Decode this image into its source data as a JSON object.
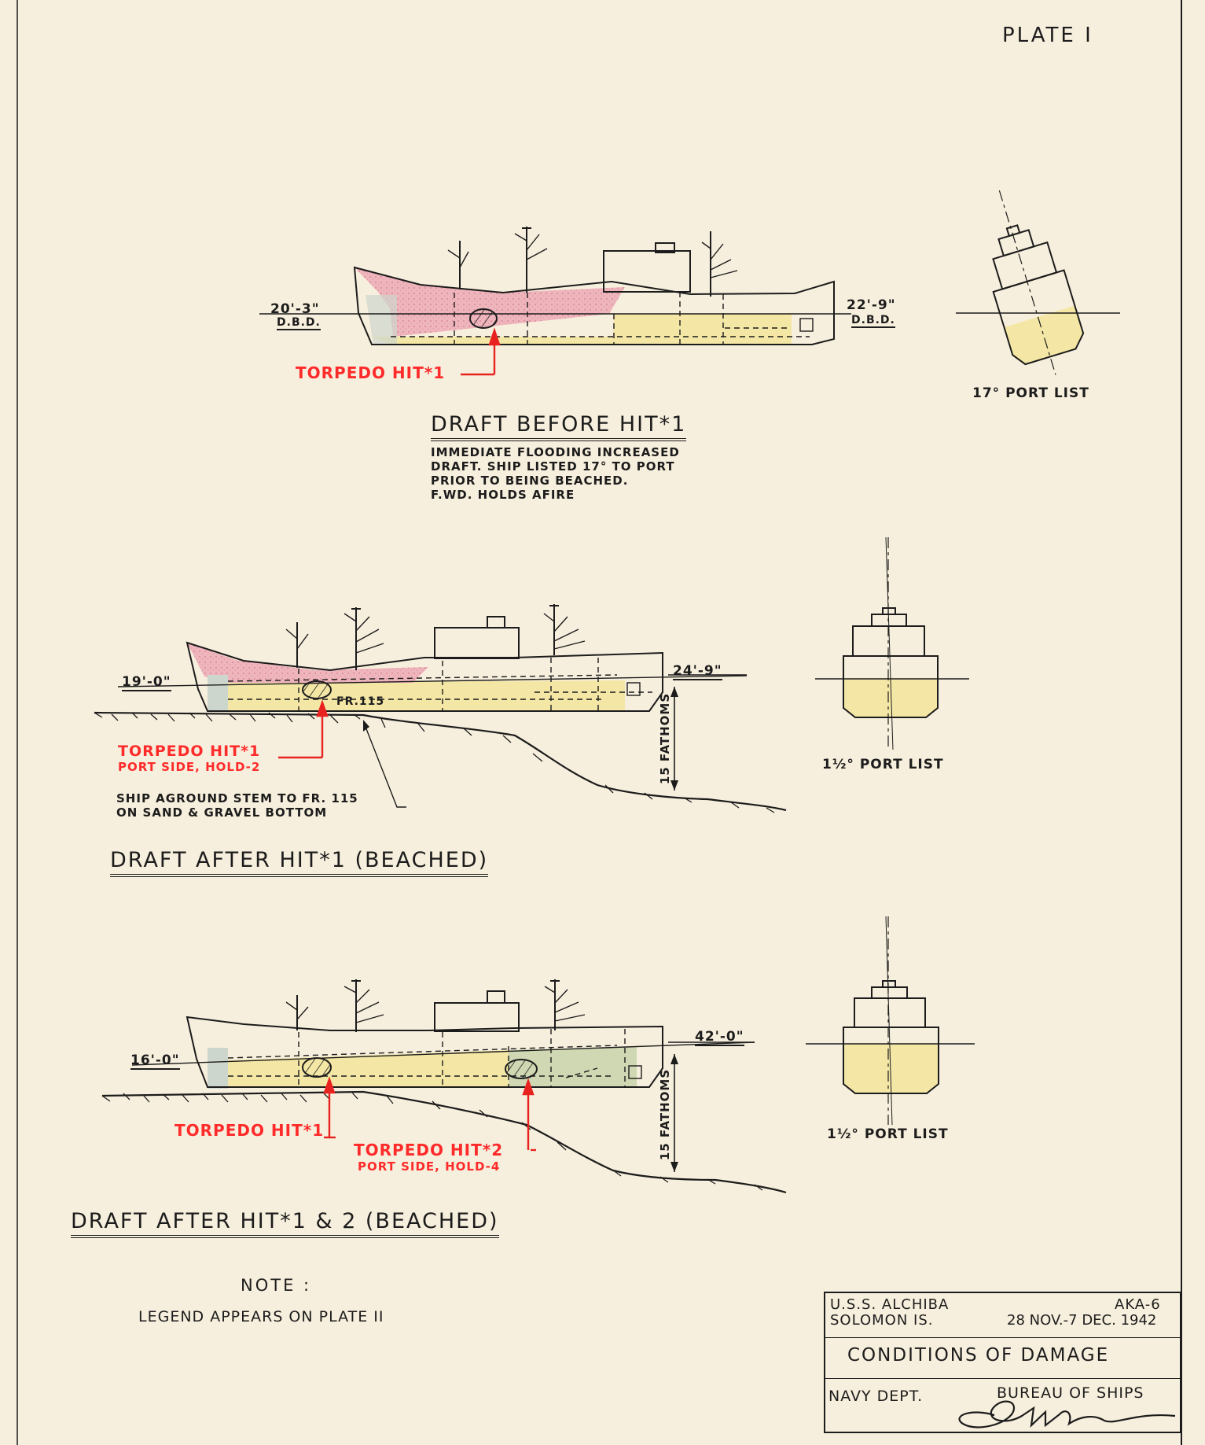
{
  "plate": "PLATE I",
  "section1": {
    "heading": "DRAFT BEFORE HIT*1",
    "draft_fwd": "20'-3\"",
    "draft_fwd_note": "D.B.D.",
    "draft_aft": "22'-9\"",
    "draft_aft_note": "D.B.D.",
    "hit_label": "TORPEDO HIT*1",
    "list_label": "17° PORT LIST",
    "notes": [
      "IMMEDIATE FLOODING INCREASED",
      "DRAFT. SHIP LISTED 17° TO PORT",
      "PRIOR TO BEING BEACHED.",
      "F.WD. HOLDS AFIRE"
    ]
  },
  "section2": {
    "heading": "DRAFT AFTER HIT*1 (BEACHED)",
    "draft_fwd": "19'-0\"",
    "draft_aft": "24'-9\"",
    "frame_label": "FR.115",
    "depth_label": "15 FATHOMS",
    "hit_label": "TORPEDO HIT*1",
    "hit_sub": "PORT SIDE, HOLD-2",
    "aground_note_1": "SHIP AGROUND STEM TO FR. 115",
    "aground_note_2": "ON SAND & GRAVEL BOTTOM",
    "list_label": "1½° PORT LIST"
  },
  "section3": {
    "heading": "DRAFT AFTER HIT*1 & 2 (BEACHED)",
    "draft_fwd": "16'-0\"",
    "draft_aft": "42'-0\"",
    "depth_label": "15 FATHOMS",
    "hit1_label": "TORPEDO HIT*1",
    "hit2_label": "TORPEDO HIT*2",
    "hit2_sub": "PORT SIDE, HOLD-4",
    "list_label": "1½° PORT LIST"
  },
  "note": {
    "title": "NOTE :",
    "text": "LEGEND APPEARS ON PLATE II"
  },
  "title_block": {
    "ship": "U.S.S. ALCHIBA",
    "hull": "AKA-6",
    "location": "SOLOMON IS.",
    "dates": "28 NOV.-7 DEC. 1942",
    "title": "CONDITIONS OF DAMAGE",
    "dept": "NAVY DEPT.",
    "bureau": "BUREAU OF SHIPS",
    "signature": "D Wheeler"
  },
  "colors": {
    "paper": "#f7efdd",
    "flooded": "#f4e7a6",
    "fire": "#efb5bd",
    "flooded_aft": "#cfd8b2",
    "peak_tank": "#cdd6cc",
    "torpedo_label": "#ff2b2b"
  }
}
